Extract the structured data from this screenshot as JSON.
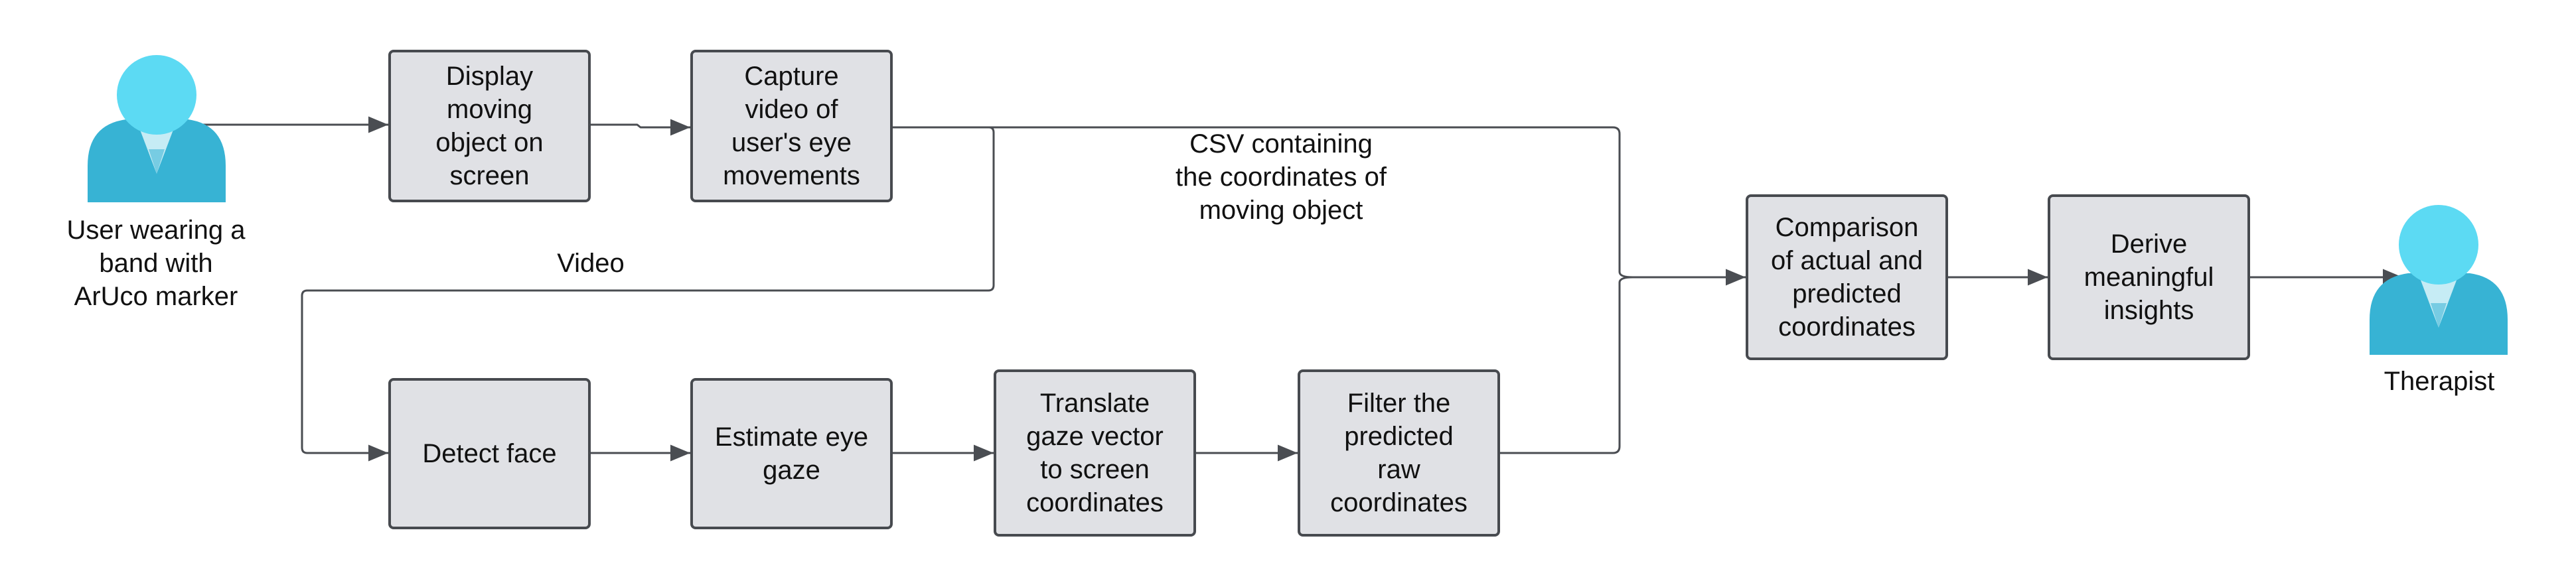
{
  "actors": {
    "user": {
      "label": "User wearing a\nband with\nArUco marker",
      "icon": "person-icon"
    },
    "therapist": {
      "label": "Therapist",
      "icon": "person-icon"
    }
  },
  "boxes": {
    "display": "Display\nmoving\nobject on\nscreen",
    "capture": "Capture\nvideo of\nuser's eye\nmovements",
    "detect": "Detect face",
    "estimate": "Estimate eye\ngaze",
    "translate": "Translate\ngaze vector\nto screen\ncoordinates",
    "filter": "Filter the\npredicted\nraw\ncoordinates",
    "compare": "Comparison\nof actual and\npredicted\ncoordinates",
    "derive": "Derive\nmeaningful\ninsights"
  },
  "edge_labels": {
    "video": "Video",
    "csv": "CSV containing\nthe coordinates of\nmoving object"
  },
  "colors": {
    "box_fill": "#e0e1e5",
    "box_border": "#474a4f",
    "wire": "#4a4d52",
    "person_head": "#5cdaf3",
    "person_body": "#37b3d4",
    "person_collar": "#c6ecf5"
  }
}
